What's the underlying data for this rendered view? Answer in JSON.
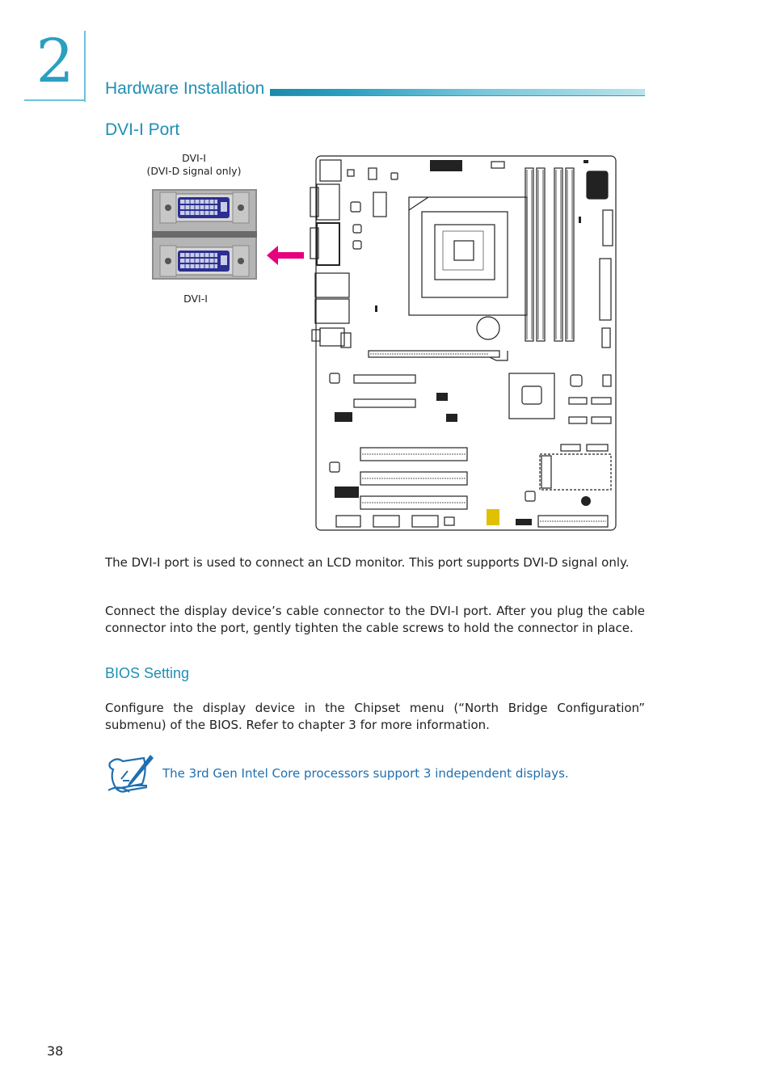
{
  "chapter": {
    "number": "2",
    "title": "Hardware Installation"
  },
  "section": {
    "title": "DVI-I Port"
  },
  "figure": {
    "top_port_caption": "DVI-I",
    "top_port_subcaption": "(DVI-D signal only)",
    "bottom_port_caption": "DVI-I",
    "arrow_color": "#e6007e",
    "photo_icon": "dvi-port-photo",
    "board_icon": "motherboard-layout-diagram"
  },
  "paragraphs": [
    "The DVI-I port is used to connect an LCD monitor. This port supports DVI-D signal only.",
    "Connect the display device’s cable connector to the DVI-I port. After you plug the cable connector into the port, gently tighten the cable screws to hold the connector in place."
  ],
  "bios": {
    "heading": "BIOS Setting",
    "text": "Configure the display device in the Chipset menu (“North Bridge Configuration” submenu) of the BIOS. Refer to chapter 3 for more information."
  },
  "note": {
    "icon": "note-scroll-icon",
    "text": "The 3rd Gen Intel Core processors support 3 independent displays."
  },
  "page_number": "38",
  "colors": {
    "accent": "#1f8fb5",
    "note_text": "#1f6fb0",
    "highlight_arrow": "#e6007e"
  }
}
